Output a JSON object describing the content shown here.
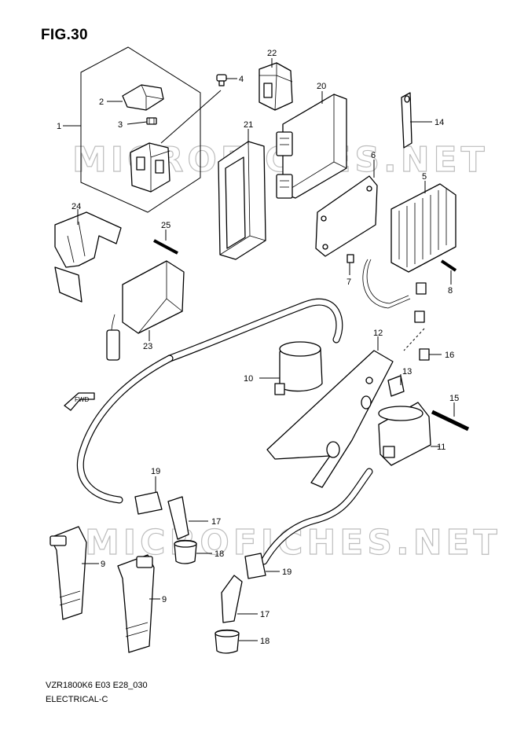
{
  "figure": {
    "title": "FIG.30",
    "model_code": "VZR1800K6 E03 E28_030",
    "section": "ELECTRICAL-C",
    "direction_label": "FWD"
  },
  "watermark": {
    "text": "MICROFICHES.NET"
  },
  "callouts": [
    "1",
    "2",
    "3",
    "4",
    "5",
    "6",
    "7",
    "8",
    "9",
    "9",
    "10",
    "11",
    "12",
    "13",
    "14",
    "15",
    "16",
    "17",
    "17",
    "18",
    "18",
    "19",
    "19",
    "20",
    "21",
    "22",
    "23",
    "24",
    "25"
  ]
}
